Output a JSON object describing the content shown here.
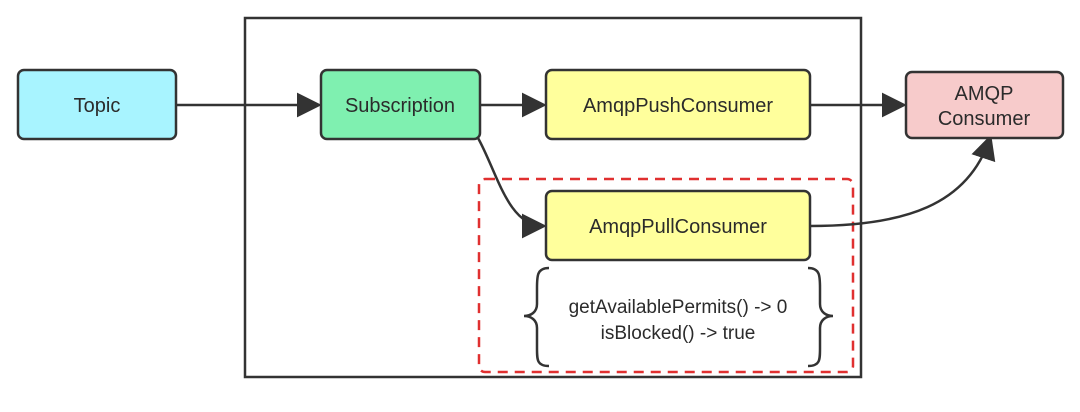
{
  "nodes": {
    "topic": {
      "label": "Topic",
      "color": "#a8f4ff"
    },
    "subscription": {
      "label": "Subscription",
      "color": "#7ff0b0"
    },
    "push_consumer": {
      "label": "AmqpPushConsumer",
      "color": "#ffff9c"
    },
    "pull_consumer": {
      "label": "AmqpPullConsumer",
      "color": "#ffff9c"
    },
    "amqp_consumer": {
      "line1": "AMQP",
      "line2": "Consumer",
      "color": "#f7cbcb"
    }
  },
  "note": {
    "line1": "getAvailablePermits() -> 0",
    "line2": "isBlocked() -> true"
  },
  "colors": {
    "stroke": "#333333",
    "highlight_border": "#e03030"
  }
}
